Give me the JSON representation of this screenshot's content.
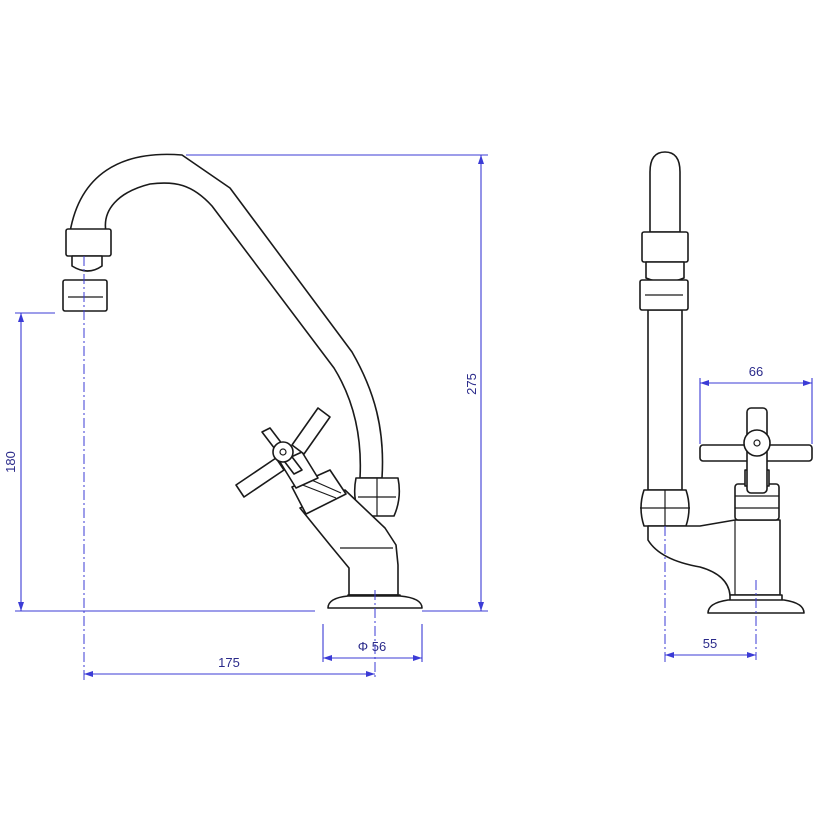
{
  "dimensions": {
    "total_height": "275",
    "spout_height": "180",
    "spout_reach": "175",
    "base_diameter": "Φ 56",
    "handle_width": "66",
    "side_offset": "55"
  },
  "colors": {
    "dimension_lines": "#3b3bd6",
    "dimension_text": "#2a2a8a",
    "outline": "#1a1a1a",
    "background": "#ffffff"
  }
}
